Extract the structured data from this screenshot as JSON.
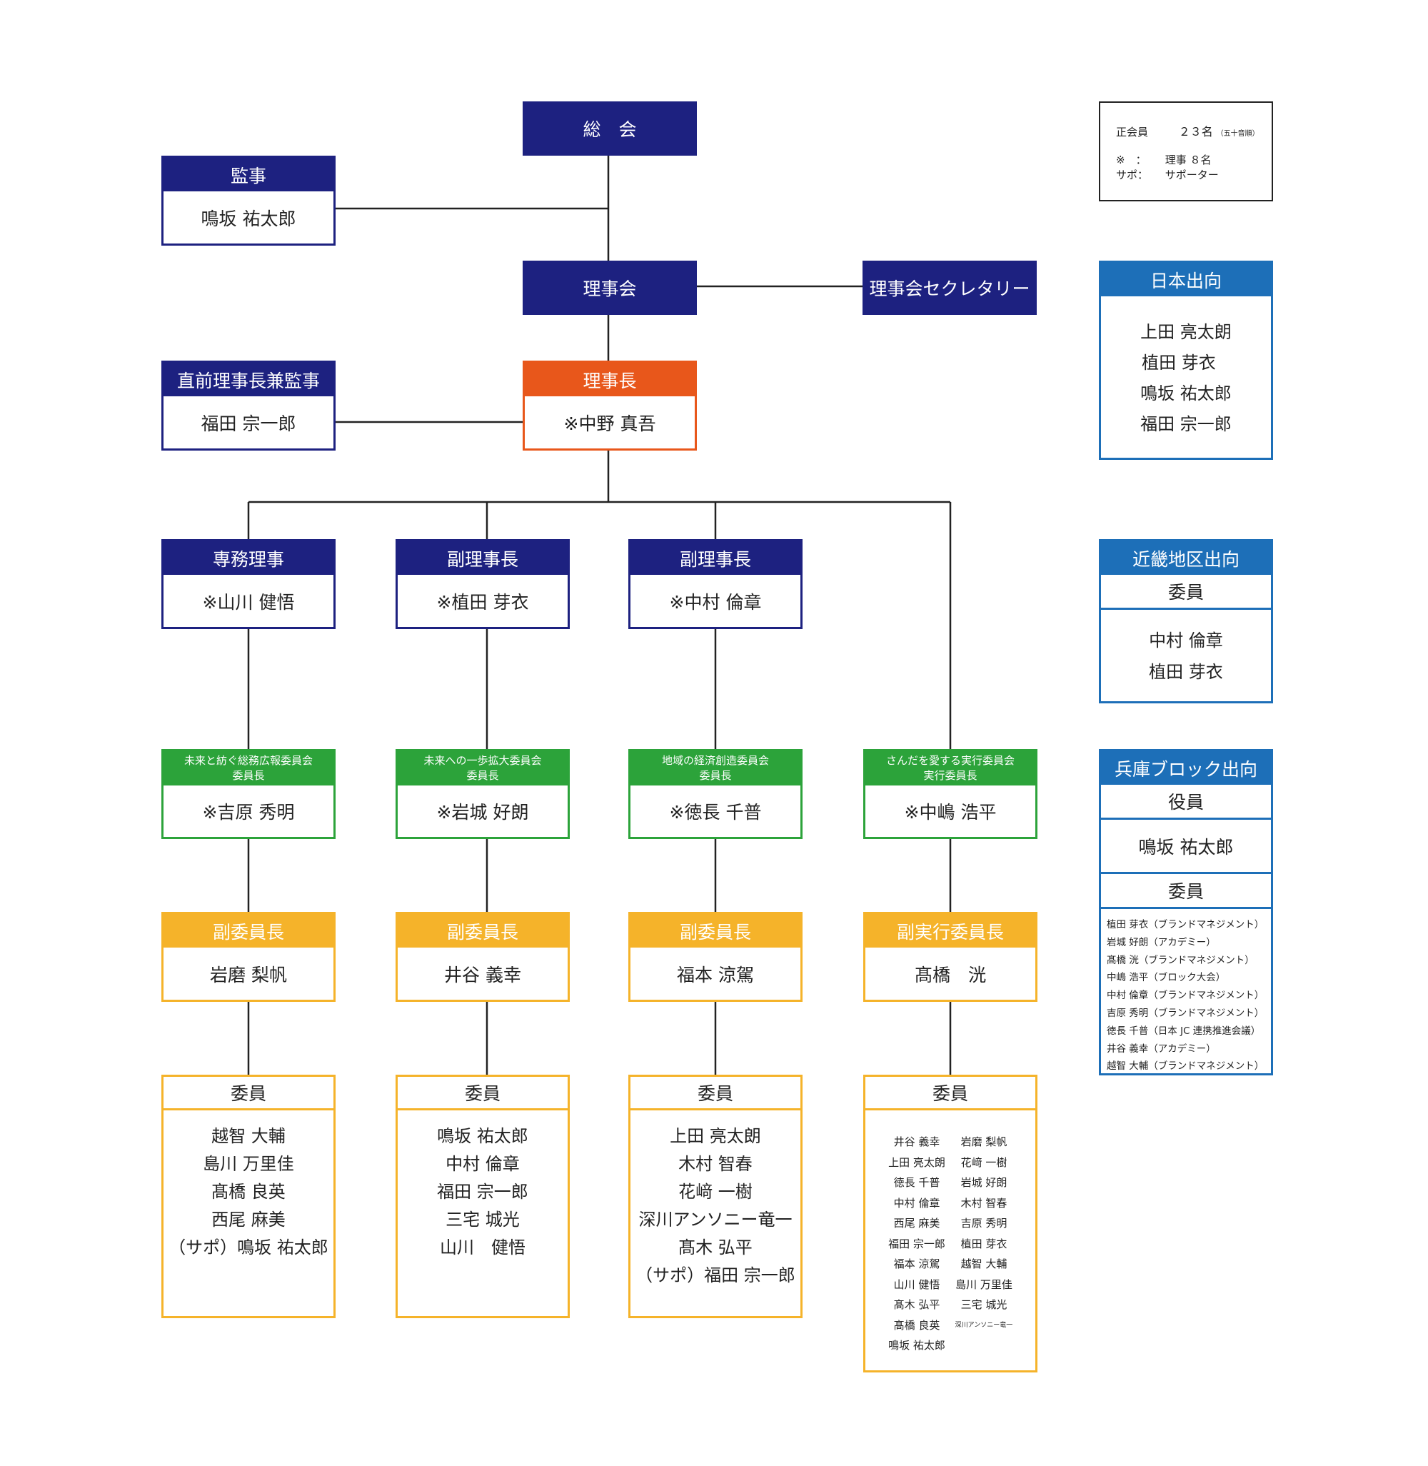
{
  "top": {
    "general_assembly": "総　会",
    "board": "理事会",
    "board_secretary": "理事会セクレタリー"
  },
  "auditor": {
    "title": "監事",
    "name": "鳴坂 祐太郎"
  },
  "past_president": {
    "title": "直前理事長兼監事",
    "name": "福田 宗一郎"
  },
  "president": {
    "title": "理事長",
    "name": "※中野 真吾"
  },
  "officers": [
    {
      "title": "専務理事",
      "name": "※山川 健悟"
    },
    {
      "title": "副理事長",
      "name": "※植田 芽衣"
    },
    {
      "title": "副理事長",
      "name": "※中村 倫章"
    }
  ],
  "committees": [
    {
      "title_line1": "未来と紡ぐ総務広報委員会",
      "title_line2": "委員長",
      "chair": "※吉原 秀明",
      "vice_title": "副委員長",
      "vice": "岩磨 梨帆",
      "members_title": "委員",
      "members": [
        "越智 大輔",
        "島川 万里佳",
        "髙橋 良英",
        "西尾 麻美",
        "（サポ）鳴坂 祐太郎"
      ]
    },
    {
      "title_line1": "未来への一歩拡大委員会",
      "title_line2": "委員長",
      "chair": "※岩城 好朗",
      "vice_title": "副委員長",
      "vice": "井谷 義幸",
      "members_title": "委員",
      "members": [
        "鳴坂 祐太郎",
        "中村 倫章",
        "福田 宗一郎",
        "三宅 城光",
        "山川　健悟"
      ]
    },
    {
      "title_line1": "地域の経済創造委員会",
      "title_line2": "委員長",
      "chair": "※徳長 千普",
      "vice_title": "副委員長",
      "vice": "福本 涼駕",
      "members_title": "委員",
      "members": [
        "上田 亮太朗",
        "木村 智春",
        "花﨑 一樹",
        "深川アンソニー竜一",
        "髙木 弘平",
        "（サポ）福田 宗一郎"
      ]
    },
    {
      "title_line1": "さんだを愛する実行委員会",
      "title_line2": "実行委員長",
      "chair": "※中嶋 浩平",
      "vice_title": "副実行委員長",
      "vice": "髙橋　洸",
      "members_title": "委員",
      "members": [
        "井谷 義幸",
        "岩磨 梨帆",
        "上田 亮太朗",
        "花﨑 一樹",
        "徳長 千普",
        "岩城 好朗",
        "中村 倫章",
        "木村 智春",
        "西尾 麻美",
        "吉原 秀明",
        "福田 宗一郎",
        "植田 芽衣",
        "福本 涼駕",
        "越智 大輔",
        "山川 健悟",
        "島川 万里佳",
        "髙木 弘平",
        "三宅 城光",
        "髙橋 良英",
        "深川アンソニー竜一",
        "鳴坂 祐太郎"
      ]
    }
  ],
  "legend": {
    "members_label": "正会員",
    "members_count": "２３名",
    "members_note": "（五十音順）",
    "mark_symbol": "※　：",
    "mark_meaning": "理事 ８名",
    "sapo_symbol": "サポ：",
    "sapo_meaning": "サポーター"
  },
  "japan_dispatch": {
    "title": "日本出向",
    "members": [
      "上田 亮太朗",
      "植田 芽衣",
      "鳴坂 祐太郎",
      "福田 宗一郎"
    ]
  },
  "kinki_dispatch": {
    "title": "近畿地区出向",
    "subtitle": "委員",
    "members": [
      "中村 倫章",
      "植田 芽衣"
    ]
  },
  "hyogo_dispatch": {
    "title": "兵庫ブロック出向",
    "officer_title": "役員",
    "officer": "鳴坂 祐太郎",
    "members_title": "委員",
    "members": [
      "植田 芽衣（ブランドマネジメント）",
      "岩城 好朗（アカデミー）",
      "髙橋 洸（ブランドマネジメント）",
      "中嶋 浩平（ブロック大会）",
      "中村 倫章（ブランドマネジメント）",
      "吉原 秀明（ブランドマネジメント）",
      "徳長 千普（日本 JC 連携推進会議）",
      "井谷 義幸（アカデミー）",
      "越智 大輔（ブランドマネジメント）"
    ]
  },
  "colors": {
    "navy": "#1d2180",
    "orange": "#e8571b",
    "green": "#2ca33a",
    "yellow": "#f5b32a",
    "blue": "#1d6fb8"
  }
}
